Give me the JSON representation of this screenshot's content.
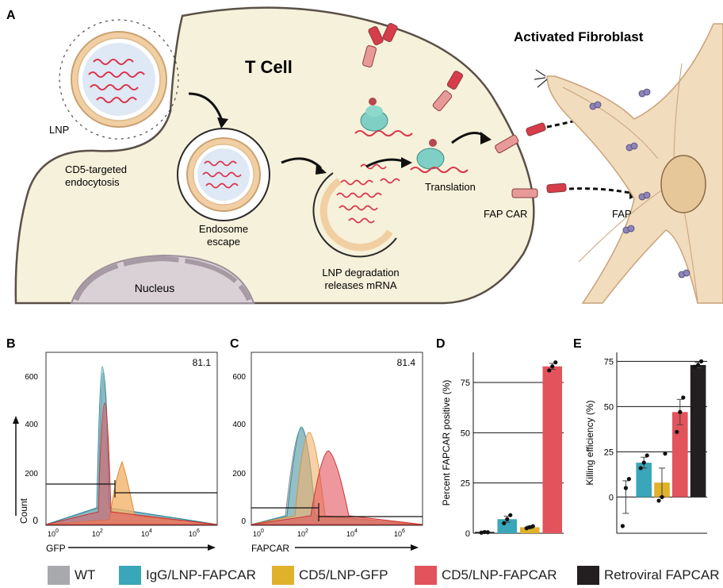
{
  "panel_letters": {
    "a": "A",
    "b": "B",
    "c": "C",
    "d": "D",
    "e": "E"
  },
  "schematic": {
    "t_cell": "T Cell",
    "fibroblast": "Activated Fibroblast",
    "lnp": "LNP",
    "cd5_endocytosis_1": "CD5-targeted",
    "cd5_endocytosis_2": "endocytosis",
    "endosome_1": "Endosome",
    "endosome_2": "escape",
    "lnp_deg_1": "LNP degradation",
    "lnp_deg_2": "releases mRNA",
    "translation": "Translation",
    "fap_car": "FAP CAR",
    "fap": "FAP",
    "nucleus": "Nucleus"
  },
  "colors": {
    "wt": "#a7a9ac",
    "igg": "#3aa6b9",
    "cd5_gfp": "#e0b12a",
    "cd5_fapcar": "#e2535b",
    "retroviral": "#231f20",
    "cell_fill": "#f6f1da",
    "lnp_shell": "#f2cfa3",
    "mrna": "#d9334a"
  },
  "panel_b": {
    "ylabel": "Count",
    "xlabel": "GFP",
    "gate_value": "81.1",
    "yticks": [
      "0",
      "200",
      "400",
      "600"
    ],
    "xticks": [
      {
        "b": "10",
        "e": "0"
      },
      {
        "b": "10",
        "e": "2"
      },
      {
        "b": "10",
        "e": "4"
      },
      {
        "b": "10",
        "e": "6"
      }
    ]
  },
  "panel_c": {
    "xlabel": "FAPCAR",
    "gate_value": "81.4",
    "yticks": [
      "0",
      "200",
      "400",
      "600"
    ],
    "xticks": [
      {
        "b": "10",
        "e": "0"
      },
      {
        "b": "10",
        "e": "2"
      },
      {
        "b": "10",
        "e": "4"
      },
      {
        "b": "10",
        "e": "6"
      }
    ]
  },
  "chart_data": [
    {
      "type": "bar",
      "panel": "D",
      "ylabel": "Percent FAPCAR positive (%)",
      "ylim": [
        0,
        90
      ],
      "yticks": [
        0,
        25,
        50,
        75
      ],
      "grid": true,
      "categories": [
        "WT",
        "IgG/LNP-FAPCAR",
        "CD5/LNP-GFP",
        "CD5/LNP-FAPCAR"
      ],
      "values": [
        0.5,
        7,
        3,
        83
      ],
      "errors": [
        0.3,
        1.5,
        0.6,
        1.5
      ],
      "points": [
        [
          0.3,
          0.6,
          0.5
        ],
        [
          5,
          7,
          9
        ],
        [
          2.5,
          3,
          3.5
        ],
        [
          81,
          83,
          85
        ]
      ]
    },
    {
      "type": "bar",
      "panel": "E",
      "ylabel": "Killing efficiency (%)",
      "ylim": [
        -20,
        80
      ],
      "yticks": [
        0,
        25,
        50,
        75
      ],
      "grid": true,
      "categories": [
        "WT",
        "IgG/LNP-FAPCAR",
        "CD5/LNP-GFP",
        "CD5/LNP-FAPCAR",
        "Retroviral FAPCAR"
      ],
      "values": [
        0,
        19,
        8,
        47,
        73
      ],
      "errors": [
        9,
        3,
        8,
        7,
        1.5
      ],
      "points": [
        [
          -16,
          5,
          10
        ],
        [
          16,
          19,
          23
        ],
        [
          -2,
          0,
          24
        ],
        [
          36,
          47,
          55
        ],
        [
          72,
          73,
          75
        ]
      ]
    }
  ],
  "legend": [
    {
      "label": "WT",
      "color": "#a7a9ac"
    },
    {
      "label": "IgG/LNP-FAPCAR",
      "color": "#3aa6b9"
    },
    {
      "label": "CD5/LNP-GFP",
      "color": "#e0b12a"
    },
    {
      "label": "CD5/LNP-FAPCAR",
      "color": "#e2535b"
    },
    {
      "label": "Retroviral FAPCAR",
      "color": "#231f20"
    }
  ]
}
